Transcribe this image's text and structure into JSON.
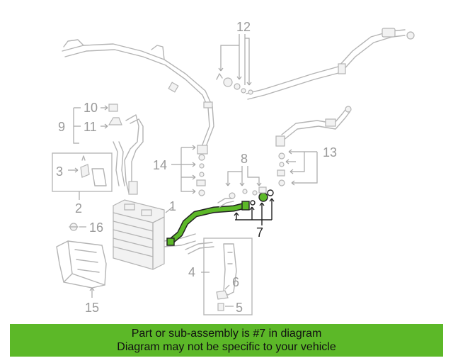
{
  "diagram": {
    "callouts": {
      "c1": "1",
      "c2": "2",
      "c3": "3",
      "c4": "4",
      "c5": "5",
      "c6": "6",
      "c7": "7",
      "c8": "8",
      "c9": "9",
      "c10": "10",
      "c11": "11",
      "c12": "12",
      "c13": "13",
      "c14": "14",
      "c15": "15",
      "c16": "16"
    },
    "highlighted_part": "7",
    "highlight_color": "#5cb828",
    "line_color": "#b4b4b4"
  },
  "banner": {
    "line1": "Part or sub-assembly is #7 in diagram",
    "line2": "Diagram may not be specific to your vehicle",
    "background": "#5cb828"
  }
}
